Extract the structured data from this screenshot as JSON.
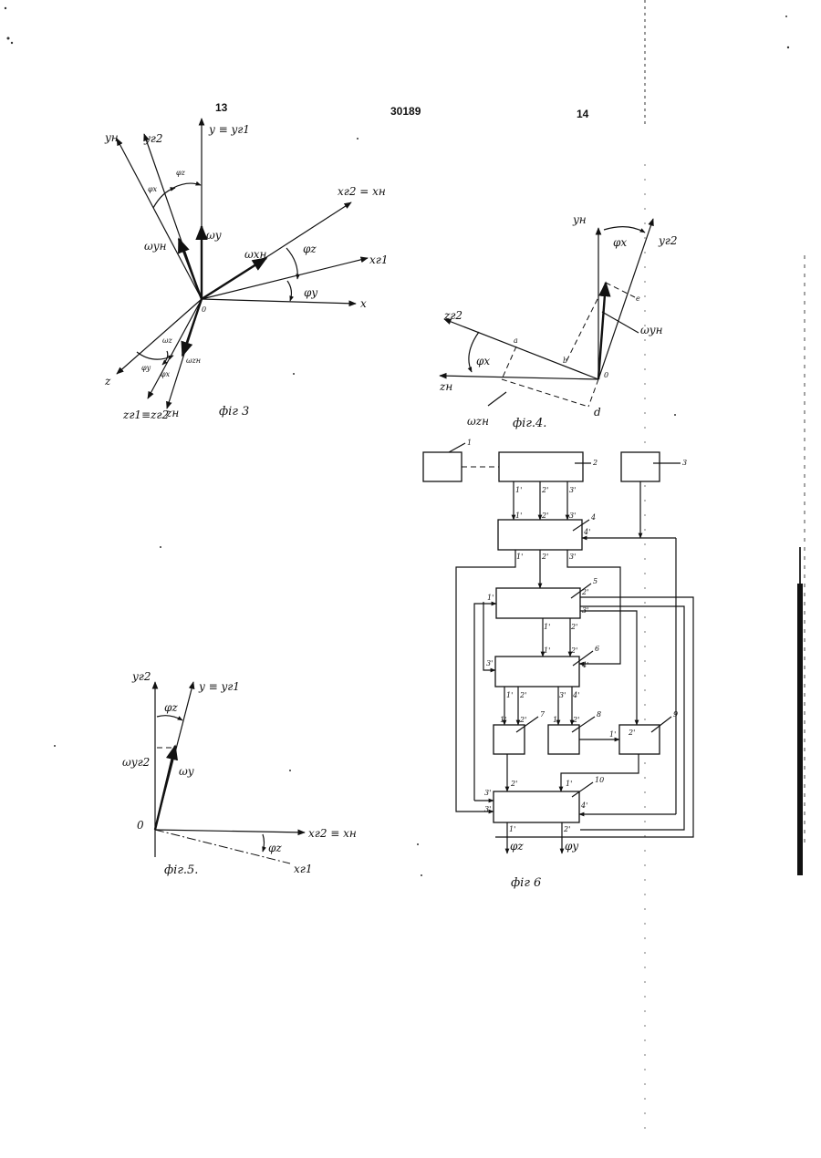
{
  "header": {
    "page_left": "13",
    "doc_number": "30189",
    "page_right": "14"
  },
  "fig3": {
    "caption": "фіг 3",
    "labels": {
      "y_yg1": "y ≡ yг1",
      "y_n": "yн",
      "y_g2": "yг2",
      "phi_z_top": "φz",
      "phi_x_top": "φx",
      "omega_y": "ωy",
      "omega_y_n": "ωyн",
      "x_g2_x_n": "xг2 = xн",
      "omega_x_n": "ωxн",
      "phi_z_mid": "φz",
      "x_g1": "xг1",
      "phi_y_mid": "φy",
      "x": "x",
      "origin": "0",
      "z": "z",
      "omega_z": "ωz",
      "omega_z_n": "ωzн",
      "phi_y_low": "φy",
      "phi_x_low": "φx",
      "z_g1_z_g2": "zг1≡zг2",
      "z_n": "zн"
    }
  },
  "fig4": {
    "caption": "фіг.4.",
    "labels": {
      "y_n": "yн",
      "phi_x_top": "φx",
      "y_g2": "yг2",
      "e": "e",
      "omega_y_n": "ωyн",
      "z_g2": "zг2",
      "a": "a",
      "b": "b",
      "phi_x_left": "φx",
      "origin": "0",
      "z_n": "zн",
      "d": "d",
      "omega_z_n": "ωzн"
    }
  },
  "fig5": {
    "caption": "фіг.5.",
    "labels": {
      "y_g2": "yг2",
      "y_yg1": "y ≡ yг1",
      "phi_z_top": "φz",
      "omega_y_g2": "ωyг2",
      "omega_y": "ωy",
      "origin": "0",
      "x_g2_x_n": "xг2 ≡ xн",
      "phi_z_bottom": "φz",
      "x_g1": "xг1"
    }
  },
  "fig6": {
    "caption": "фіг 6",
    "blocks": [
      "1",
      "2",
      "3",
      "4",
      "5",
      "6",
      "7",
      "8",
      "9",
      "10"
    ],
    "ports": {
      "b2": [
        "1'",
        "2'",
        "3'"
      ],
      "b4_in": [
        "1'",
        "2'",
        "3'",
        "4'"
      ],
      "b4_out": [
        "1'",
        "2'",
        "3'"
      ],
      "b5_left": "1'",
      "b5_right": [
        "2'",
        "3'"
      ],
      "b5_out": [
        "1'",
        "2'"
      ],
      "b6_in": [
        "1'",
        "2'"
      ],
      "b6_side": [
        "3'",
        "4'"
      ],
      "b6_out": [
        "1'",
        "2'",
        "3'",
        "4'"
      ],
      "b7": [
        "1'",
        "2'"
      ],
      "b8": "1'",
      "b8_out": "2'",
      "b9": [
        "1'",
        "2'"
      ],
      "b10_top": [
        "2'",
        "1'"
      ],
      "b10_left": [
        "3'",
        "3'"
      ],
      "b10_right": "4'",
      "b10_out": [
        "1'",
        "2'"
      ]
    },
    "outputs": [
      "φz",
      "φy"
    ]
  }
}
